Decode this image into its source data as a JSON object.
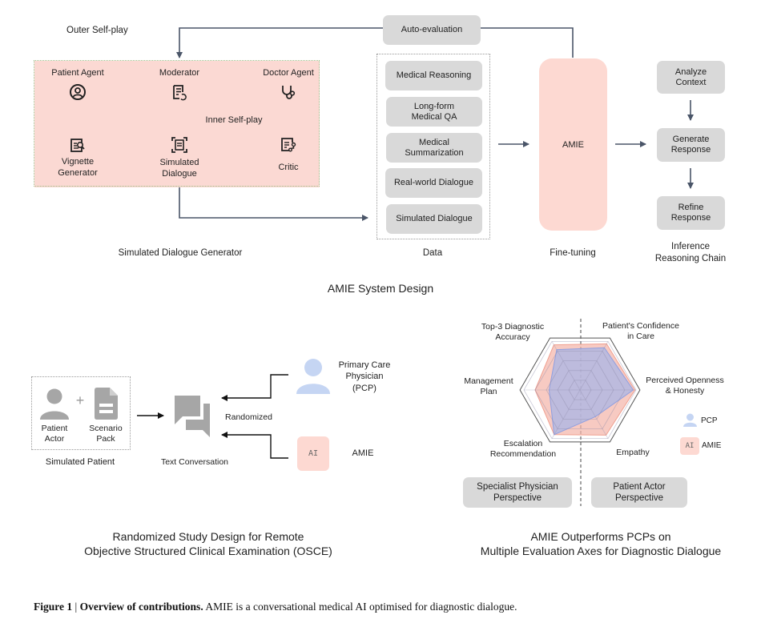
{
  "top_section": {
    "title": "AMIE System Design",
    "outer_self_play": "Outer Self-play",
    "auto_evaluation": "Auto-evaluation",
    "simulated_dialogue_generator": {
      "caption": "Simulated Dialogue Generator",
      "inner_self_play": "Inner Self-play",
      "nodes": {
        "patient_agent": "Patient Agent",
        "moderator": "Moderator",
        "doctor_agent": "Doctor Agent",
        "vignette_generator_line1": "Vignette",
        "vignette_generator_line2": "Generator",
        "simulated_dialogue_line1": "Simulated",
        "simulated_dialogue_line2": "Dialogue",
        "critic": "Critic"
      }
    },
    "data": {
      "caption": "Data",
      "items": [
        {
          "line1": "Medical Reasoning",
          "line2": ""
        },
        {
          "line1": "Long-form",
          "line2": "Medical QA"
        },
        {
          "line1": "Medical",
          "line2": "Summarization"
        },
        {
          "line1": "Real-world Dialogue",
          "line2": ""
        },
        {
          "line1": "Simulated Dialogue",
          "line2": ""
        }
      ]
    },
    "fine_tuning": {
      "model": "AMIE",
      "caption": "Fine-tuning"
    },
    "inference": {
      "caption_line1": "Inference",
      "caption_line2": "Reasoning Chain",
      "steps": [
        {
          "line1": "Analyze",
          "line2": "Context"
        },
        {
          "line1": "Generate",
          "line2": "Response"
        },
        {
          "line1": "Refine",
          "line2": "Response"
        }
      ]
    }
  },
  "bottom_left": {
    "simulated_patient": {
      "patient_actor_line1": "Patient",
      "patient_actor_line2": "Actor",
      "plus": "+",
      "scenario_pack_line1": "Scenario",
      "scenario_pack_line2": "Pack",
      "caption": "Simulated Patient"
    },
    "text_conversation": "Text Conversation",
    "randomized": "Randomized",
    "pcp_line1": "Primary Care",
    "pcp_line2": "Physician",
    "pcp_line3": "(PCP)",
    "ai_badge": "AI",
    "amie": "AMIE",
    "title_line1": "Randomized Study Design for Remote",
    "title_line2": "Objective Structured Clinical Examination (OSCE)"
  },
  "bottom_right": {
    "title_line1": "AMIE Outperforms PCPs on",
    "title_line2": "Multiple Evaluation Axes for Diagnostic Dialogue",
    "specialist_line1": "Specialist Physician",
    "specialist_line2": "Perspective",
    "patient_actor_line1": "Patient Actor",
    "patient_actor_line2": "Perspective",
    "legend": {
      "pcp": "PCP",
      "amie_badge": "AI",
      "amie": "AMIE"
    }
  },
  "chart_data": {
    "type": "radar",
    "title": "AMIE Outperforms PCPs on Multiple Evaluation Axes for Diagnostic Dialogue",
    "axes": [
      {
        "line1": "Top-3 Diagnostic",
        "line2": "Accuracy"
      },
      {
        "line1": "Patient's Confidence",
        "line2": "in Care"
      },
      {
        "line1": "Perceived Openness",
        "line2": "& Honesty"
      },
      {
        "line1": "Empathy",
        "line2": ""
      },
      {
        "line1": "Escalation",
        "line2": "Recommendation"
      },
      {
        "line1": "Management",
        "line2": "Plan"
      }
    ],
    "range": [
      0,
      1
    ],
    "grid_levels": 5,
    "legend_position": "right",
    "series": [
      {
        "name": "AMIE",
        "color": "#f4b4a8",
        "values": [
          0.93,
          0.95,
          0.98,
          0.93,
          0.92,
          0.8
        ]
      },
      {
        "name": "PCP",
        "color": "#a9b6e6",
        "values": [
          0.83,
          0.87,
          0.95,
          0.55,
          0.92,
          0.55
        ]
      }
    ]
  },
  "caption": {
    "figure_label": "Figure 1",
    "separator": "|",
    "bold_text": "Overview of contributions.",
    "text": "AMIE is a conversational medical AI optimised for diagnostic dialogue."
  },
  "colors": {
    "pink": "#fbd9d3",
    "gray_box": "#d9d9d9",
    "arrow": "#4a5568",
    "pcp_blue": "#c5d5f3"
  }
}
